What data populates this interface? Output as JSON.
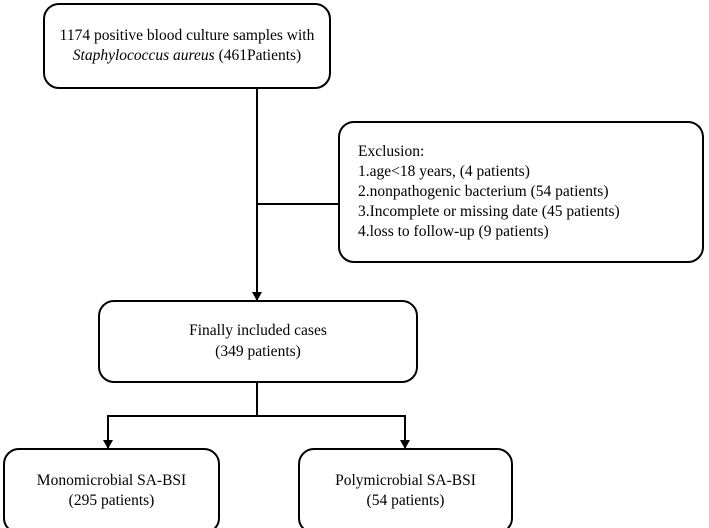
{
  "figure": {
    "type": "flowchart",
    "orientation": "top-to-bottom",
    "line_color": "#000000",
    "background_color": "#ffffff"
  },
  "nodes": {
    "source": {
      "id": "source",
      "line1": "1174 positive blood culture samples with",
      "line2_italic": "Staphylococcus aureus",
      "line2_rest": " (461Patients)",
      "sample_count": 1174,
      "patient_count": 461
    },
    "exclusion": {
      "id": "exclusion",
      "heading": "Exclusion:",
      "items": [
        "1.age<18 years, (4 patients)",
        "2.nonpathogenic bacterium (54 patients)",
        "3.Incomplete or missing date (45 patients)",
        "4.loss to follow-up (9 patients)"
      ],
      "counts": [
        4,
        54,
        45,
        9
      ]
    },
    "included": {
      "id": "included",
      "line1": "Finally included cases",
      "line2": "(349 patients)",
      "patient_count": 349
    },
    "monomicrobial": {
      "id": "monomicrobial",
      "line1": "Monomicrobial SA-BSI",
      "line2": "(295 patients)",
      "patient_count": 295
    },
    "polymicrobial": {
      "id": "polymicrobial",
      "line1": "Polymicrobial SA-BSI",
      "line2": "(54 patients)",
      "patient_count": 54
    }
  }
}
